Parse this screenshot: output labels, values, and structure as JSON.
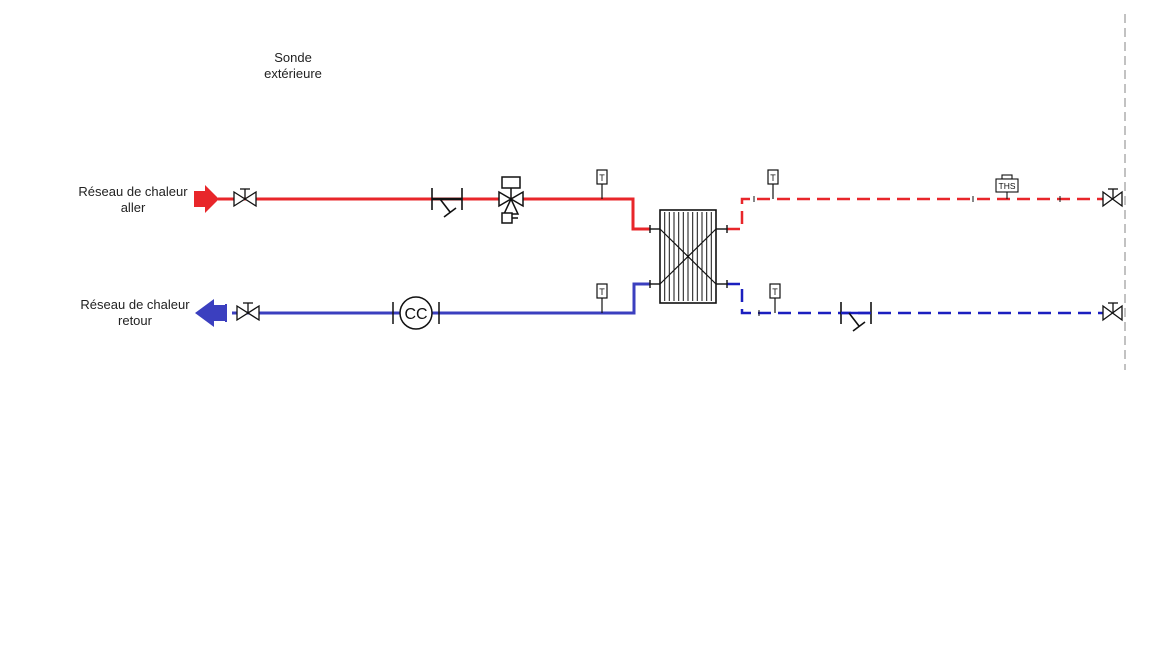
{
  "labels": {
    "outdoor_sensor_line1": "Sonde",
    "outdoor_sensor_line2": "extérieure",
    "supply_line1": "Réseau de chaleur",
    "supply_line2": "aller",
    "return_line1": "Réseau de chaleur",
    "return_line2": "retour"
  },
  "symbols": {
    "temp_sensor": "T",
    "heat_meter": "CC",
    "ths_sensor": "THS"
  },
  "colors": {
    "supply": "#e8262a",
    "return": "#3b3fbf",
    "symbol": "#111111",
    "boundary": "#999999"
  },
  "icons": {
    "supply_arrow": "arrow-right-icon",
    "return_arrow": "arrow-left-icon",
    "valve": "gate-valve-icon",
    "strainer": "strainer-icon",
    "control_valve": "three-way-control-valve-icon",
    "heat_exchanger": "plate-heat-exchanger-icon"
  }
}
